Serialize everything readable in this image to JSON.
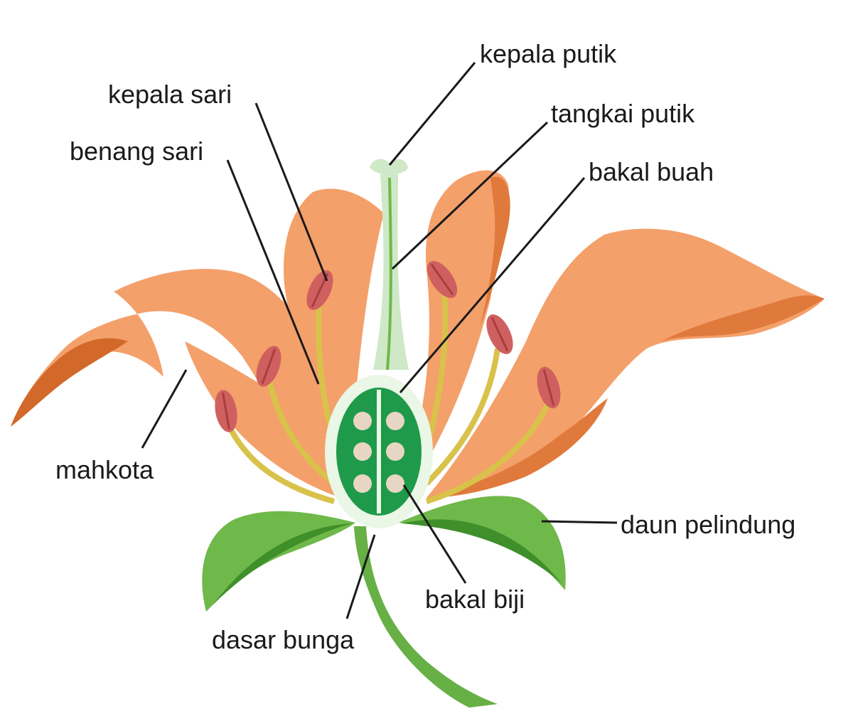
{
  "labels": {
    "kepala_putik": "kepala putik",
    "kepala_sari": "kepala sari",
    "tangkai_putik": "tangkai putik",
    "benang_sari": "benang sari",
    "bakal_buah": "bakal buah",
    "mahkota": "mahkota",
    "daun_pelindung": "daun pelindung",
    "bakal_biji": "bakal biji",
    "dasar_bunga": "dasar bunga"
  },
  "colors": {
    "petal": "#f4a06a",
    "petal_shade": "#e07a3c",
    "petal_dark": "#d2692a",
    "sepal": "#6fb84a",
    "sepal_dark": "#3f8f2a",
    "stem": "#66b046",
    "pistil": "#cfe8c8",
    "ovary_outer": "#eaf6e6",
    "ovary_inner": "#1f9a4a",
    "ovule": "#e8d6c4",
    "filament": "#d8c24a",
    "anther": "#d06060",
    "anther_dark": "#a83e3e",
    "leader_line": "#1a1a1a"
  }
}
